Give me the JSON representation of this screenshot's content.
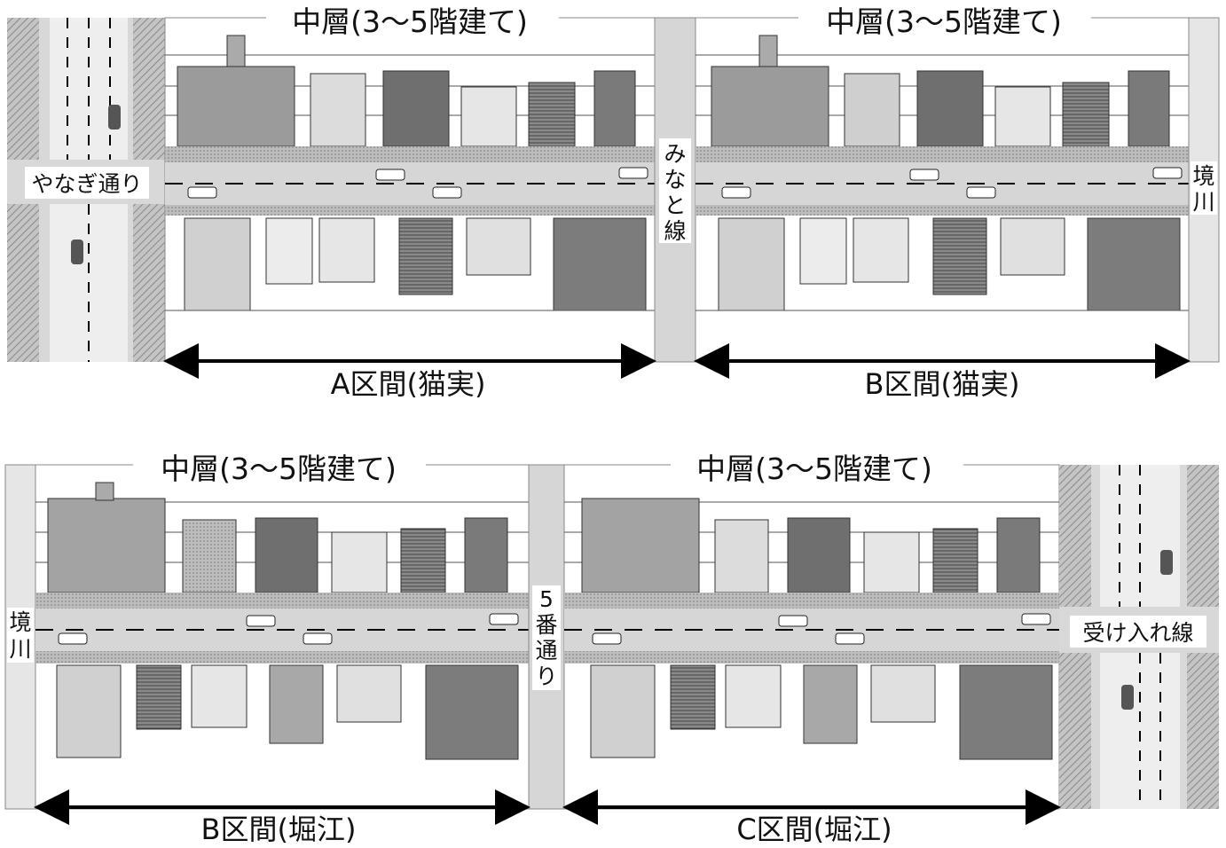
{
  "panel_headings": [
    "中層(3〜5階建て)",
    "中層(3〜5階建て)",
    "中層(3〜5階建て)",
    "中層(3〜5階建て)"
  ],
  "section_labels": [
    "A区間(猫実)",
    "B区間(猫実)",
    "B区間(堀江)",
    "C区間(堀江)"
  ],
  "road_labels": {
    "yanagi": "やなぎ通り",
    "minato_chars": [
      "み",
      "な",
      "と",
      "線"
    ],
    "sakaigawa_chars": [
      "境",
      "川"
    ],
    "gobandori_chars": [
      "5",
      "番",
      "通",
      "り"
    ],
    "ukeire": "受け入れ線"
  },
  "colors": {
    "road": "#d6d6d6",
    "hatch": "#a8a8a8",
    "building_dark": "#6f6f6f",
    "building_mid": "#a6a6a6",
    "building_light": "#d9d9d9"
  }
}
